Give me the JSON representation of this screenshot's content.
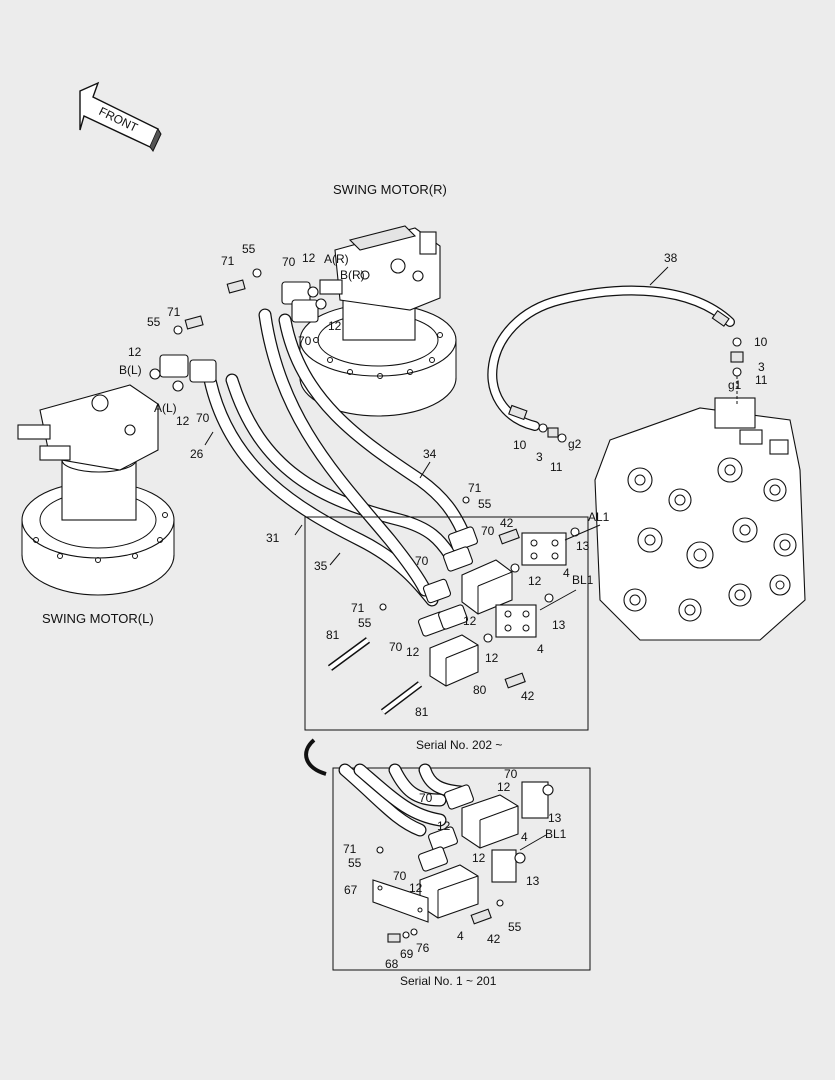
{
  "front_arrow": {
    "label": "FRONT"
  },
  "titles": {
    "swing_motor_r": "SWING MOTOR(R)",
    "swing_motor_l": "SWING MOTOR(L)",
    "serial_main": "Serial No. 202 ~",
    "serial_inset": "Serial No. 1 ~ 201"
  },
  "labels": {
    "l71a": "71",
    "l55a": "55",
    "l70a": "70",
    "l12a": "12",
    "lAR": "A(R)",
    "lBR": "B(R)",
    "l12b": "12",
    "l70b": "70",
    "l71b": "71",
    "l55b": "55",
    "l12c": "12",
    "lBL": "B(L)",
    "lAL": "A(L)",
    "l12d": "12",
    "l70c": "70",
    "l26": "26",
    "l38": "38",
    "l10a": "10",
    "l3a": "3",
    "l11a": "11",
    "lg1": "g1",
    "l10b": "10",
    "l3b": "3",
    "l11b": "11",
    "lg2": "g2",
    "l34": "34",
    "l71c": "71",
    "l55c": "55",
    "l31": "31",
    "l35": "35",
    "l70d": "70",
    "l42a": "42",
    "l70e": "70",
    "lAL1": "AL1",
    "l13a": "13",
    "l12e": "12",
    "l4a": "4",
    "lBL1": "BL1",
    "l71d": "71",
    "l55d": "55",
    "l81a": "81",
    "l12f": "12",
    "l13b": "13",
    "l70f": "70",
    "l12g": "12",
    "l4b": "4",
    "l12h": "12",
    "l80": "80",
    "l42b": "42",
    "l81b": "81",
    "i70a": "70",
    "i12a": "12",
    "i13a": "13",
    "i70b": "70",
    "i12b": "12",
    "i4a": "4",
    "iBL1": "BL1",
    "i71": "71",
    "i55a": "55",
    "i12c": "12",
    "i13b": "13",
    "i70c": "70",
    "i12d": "12",
    "i67": "67",
    "i4b": "4",
    "i42": "42",
    "i55b": "55",
    "i76": "76",
    "i69": "69",
    "i68": "68"
  }
}
